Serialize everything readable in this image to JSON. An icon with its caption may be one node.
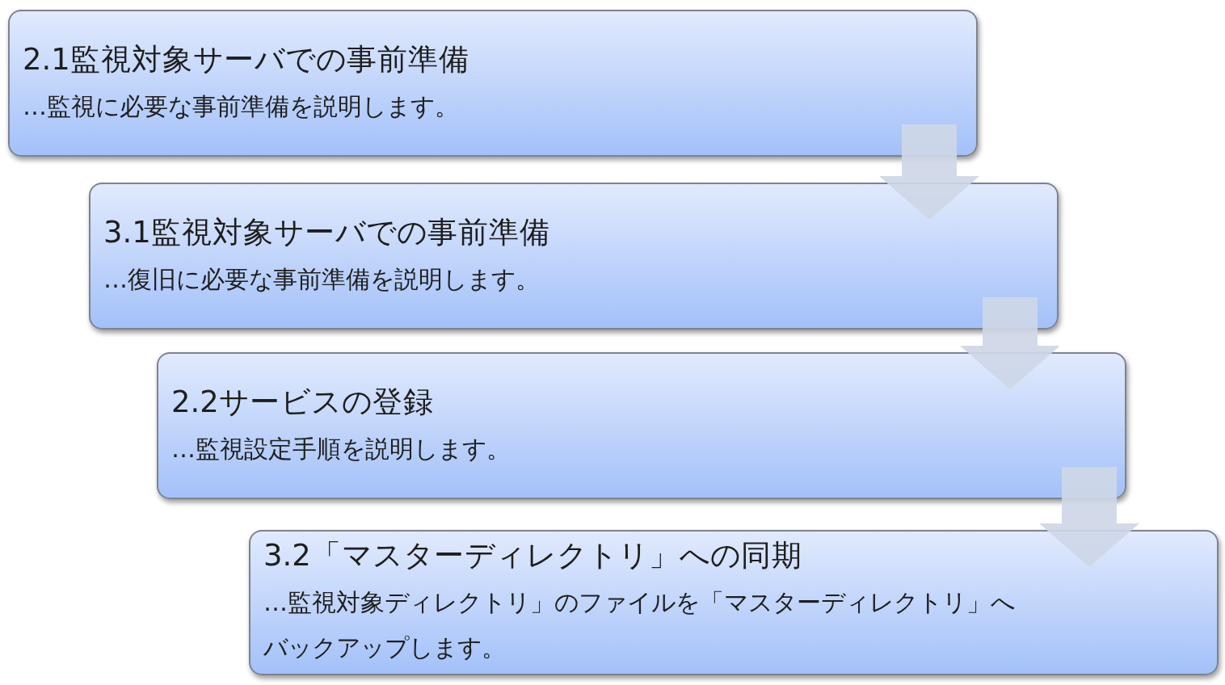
{
  "diagram": {
    "nodes": [
      {
        "text": [
          "2.1監視対象サーバでの事前準備",
          "…監視に必要な事前準備を説明します。"
        ]
      },
      {
        "text": [
          "3.1監視対象サーバでの事前準備",
          "…復旧に必要な事前準備を説明します。"
        ]
      },
      {
        "text": [
          "2.2サービスの登録",
          "…監視設定手順を説明します。"
        ]
      },
      {
        "text": [
          "3.2「マスターディレクトリ」への同期",
          "…監視対象ディレクトリ」のファイルを「マスターディレクトリ」へバックアップします。"
        ]
      }
    ],
    "edges": [
      {
        "from": 0,
        "to": 1,
        "arrow": "to"
      },
      {
        "from": 1,
        "to": 2,
        "arrow": "to"
      },
      {
        "from": 2,
        "to": 3,
        "arrow": "to"
      }
    ]
  }
}
